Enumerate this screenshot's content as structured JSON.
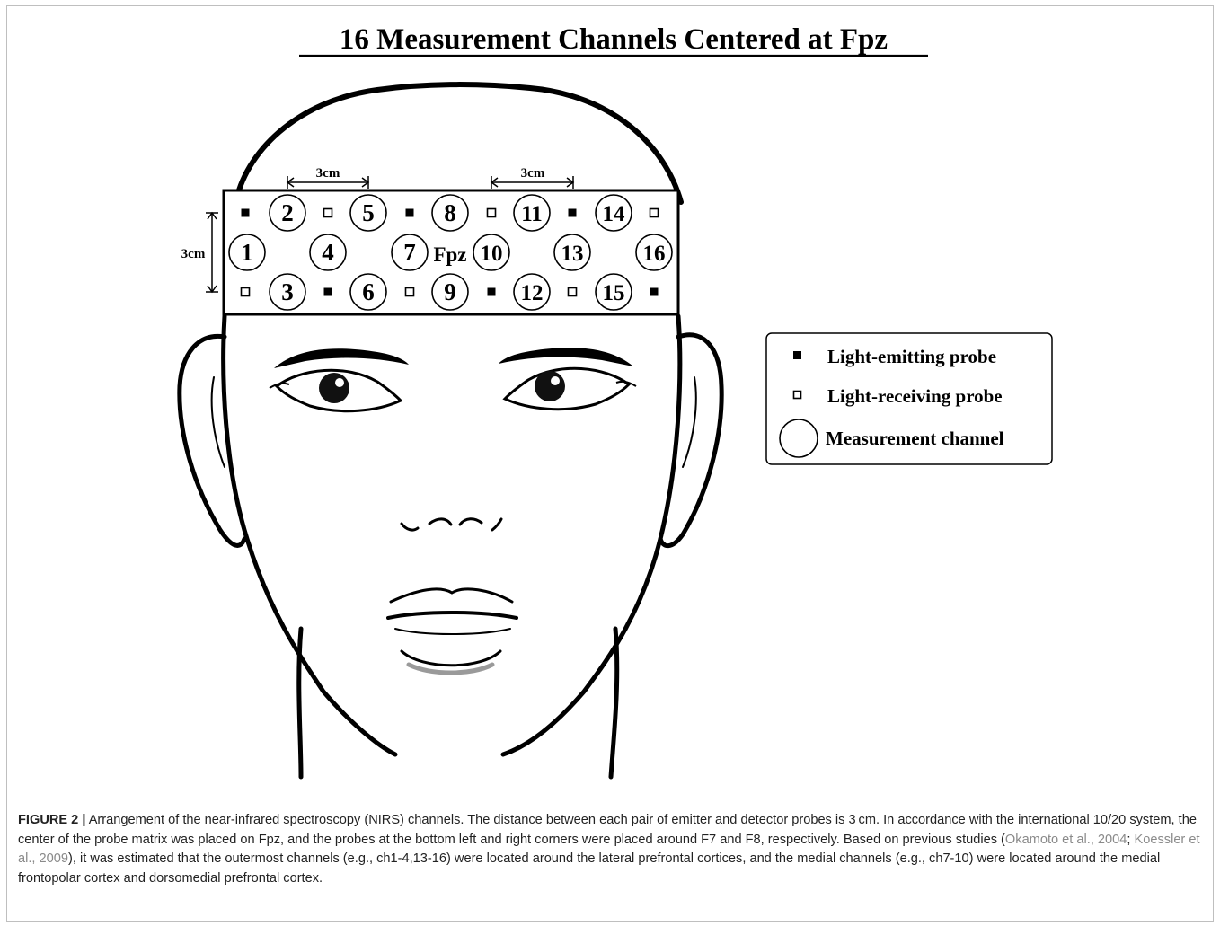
{
  "figure": {
    "title": "16 Measurement Channels Centered at Fpz",
    "dimensions": {
      "top_left": "3cm",
      "top_right": "3cm",
      "side": "3cm"
    },
    "center_label": "Fpz",
    "channels": [
      "1",
      "2",
      "3",
      "4",
      "5",
      "6",
      "7",
      "8",
      "9",
      "10",
      "11",
      "12",
      "13",
      "14",
      "15",
      "16"
    ],
    "legend": {
      "emitting": "Light-emitting probe",
      "receiving": "Light-receiving probe",
      "channel": "Measurement channel"
    }
  },
  "caption": {
    "label": "FIGURE 2 |",
    "text1": " Arrangement of the near-infrared spectroscopy (NIRS) channels. The distance between each pair of emitter and detector probes is 3 cm. In accordance with the international 10/20 system, the center of the probe matrix was placed on Fpz, and the probes at the bottom left and right corners were placed around F7 and F8, respectively. Based on previous studies (",
    "cite1": "Okamoto et al., 2004",
    "sep": "; ",
    "cite2": "Koessler et al., 2009",
    "text2": "), it was estimated that the outermost channels (e.g., ch1-4,13-16) were located around the lateral prefrontal cortices, and the medial channels (e.g., ch7-10) were located around the medial frontopolar cortex and dorsomedial prefrontal cortex."
  }
}
